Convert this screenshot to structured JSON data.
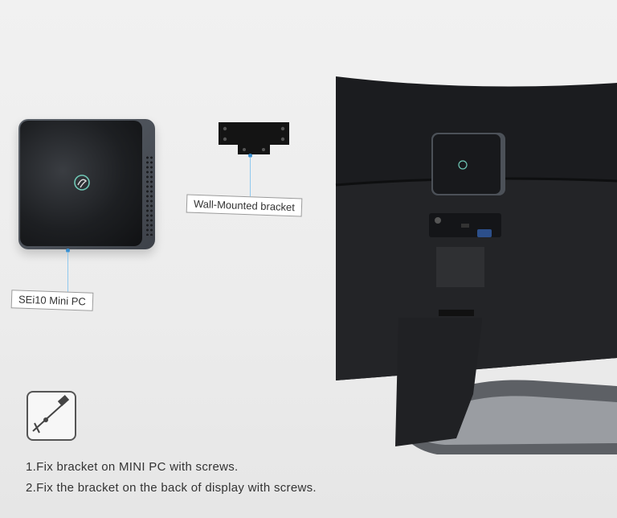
{
  "labels": {
    "mini_pc": "SEi10 Mini PC",
    "bracket": "Wall-Mounted bracket"
  },
  "instructions": [
    "1.Fix bracket on MINI PC with screws.",
    "2.Fix the bracket on the back of display with screws."
  ],
  "icons": {
    "tool": "screwdriver-icon"
  },
  "colors": {
    "callout_line": "#8fc8ee",
    "callout_dot": "#3a8fd0",
    "background": "#eeeeee"
  }
}
